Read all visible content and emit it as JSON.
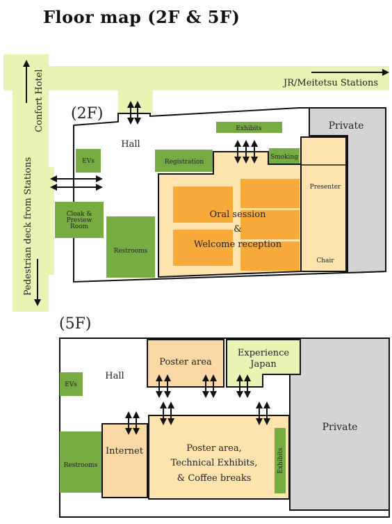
{
  "title": "Floor map (2F & 5F)",
  "colors": {
    "corridor": "#e9f3b3",
    "green_room": "#77ac42",
    "peach": "#fbd9a6",
    "orange": "#f7a93a",
    "light_orange": "#fde3ad",
    "gray": "#d4d4d4",
    "outline": "#111111"
  },
  "outside": {
    "hotel": "Confort Hotel",
    "stations": "JR/Meitetsu Stations",
    "pedestrian": "Pedestrian deck from Stations"
  },
  "floor2": {
    "label": "(2F)",
    "hall": "Hall",
    "evs": "EVs",
    "exhibits": "Exhibits",
    "registration": "Registration",
    "smoking": "Smoking",
    "private": "Private",
    "cloak_l1": "Cloak &",
    "cloak_l2": "Preview",
    "cloak_l3": "Room",
    "restrooms": "Restrooms",
    "oral_l1": "Oral session",
    "oral_l2": "&",
    "oral_l3": "Welcome reception",
    "presenter": "Presenter",
    "chair": "Chair"
  },
  "floor5": {
    "label": "(5F)",
    "hall": "Hall",
    "evs": "EVs",
    "poster_area": "Poster area",
    "experience_l1": "Experience",
    "experience_l2": "Japan",
    "private": "Private",
    "internet": "Internet",
    "restrooms": "Restrooms",
    "main_l1": "Poster area,",
    "main_l2": "Technical Exhibits,",
    "main_l3": "& Coffee breaks",
    "exhibits": "Exhibits"
  }
}
